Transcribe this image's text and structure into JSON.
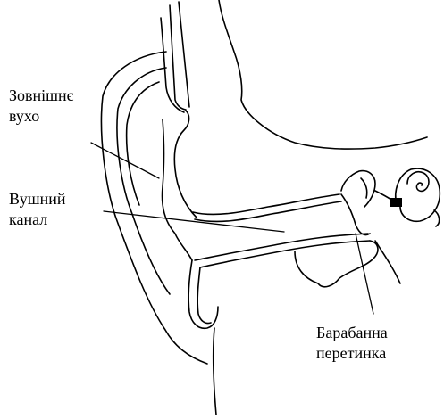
{
  "labels": {
    "outer_ear": {
      "line1": "Зовнішнє",
      "line2": "вухо"
    },
    "ear_canal": {
      "line1": "Вушний",
      "line2": "канал"
    },
    "eardrum": {
      "line1": "Барабанна",
      "line2": "перетинка"
    }
  },
  "colors": {
    "stroke": "#000000",
    "background": "#ffffff"
  }
}
